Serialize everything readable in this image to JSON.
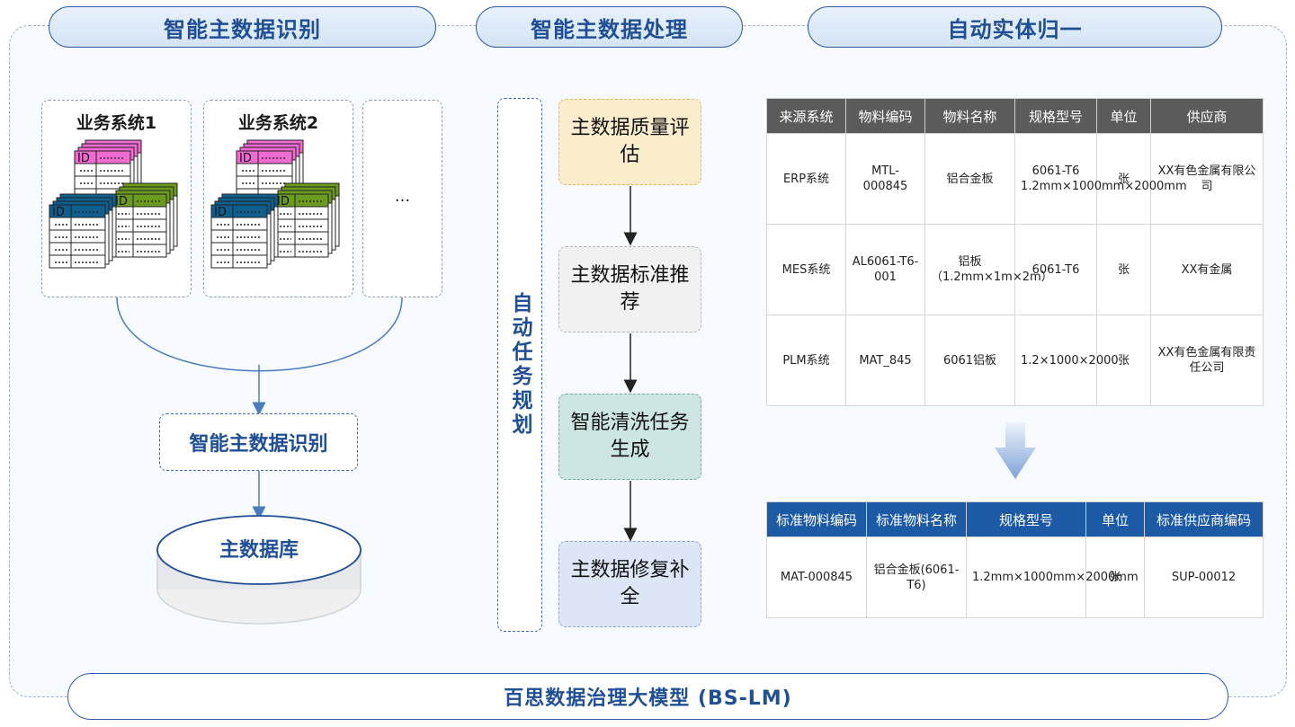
{
  "headers": {
    "left": "智能主数据识别",
    "middle": "智能主数据处理",
    "right": "自动实体归一"
  },
  "systems": {
    "sys1": "业务系统1",
    "sys2": "业务系统2",
    "more": "...",
    "id_tag": "ID"
  },
  "flow": {
    "identify": "智能主数据识别",
    "database": "主数据库"
  },
  "planning_label": "自动任务规划",
  "steps": [
    {
      "label": "主数据质量评估",
      "fill": "#fbeccb",
      "border": "#e0b860"
    },
    {
      "label": "主数据标准推荐",
      "fill": "#f1f1f1",
      "border": "#b5b5b5"
    },
    {
      "label": "智能清洗任务生成",
      "fill": "#cde6e4",
      "border": "#6faaa6"
    },
    {
      "label": "主数据修复补全",
      "fill": "#dce6f6",
      "border": "#8aa4cf"
    }
  ],
  "source_table": {
    "columns": [
      "来源系统",
      "物料编码",
      "物料名称",
      "规格型号",
      "单位",
      "供应商"
    ],
    "rows": [
      [
        "ERP系统",
        "MTL-000845",
        "铝合金板",
        "6061-T6 1.2mm×1000mm×2000mm",
        "张",
        "XX有色金属有限公司"
      ],
      [
        "MES系统",
        "AL6061-T6-001",
        "铝板（1.2mm×1m×2m）",
        "6061-T6",
        "张",
        "XX有金属"
      ],
      [
        "PLM系统",
        "MAT_845",
        "6061铝板",
        "1.2×1000×2000",
        "张",
        "XX有色金属有限责任公司"
      ]
    ]
  },
  "standard_table": {
    "columns": [
      "标准物料编码",
      "标准物料名称",
      "规格型号",
      "单位",
      "标准供应商编码"
    ],
    "rows": [
      [
        "MAT-000845",
        "铝合金板(6061-T6)",
        "1.2mm×1000mm×2000mm",
        "张",
        "SUP-00012"
      ]
    ]
  },
  "footer": "百思数据治理大模型 (BS-LM)",
  "colors": {
    "accent": "#1f4f96",
    "pink": "#f06bd0",
    "green": "#6a9a1e",
    "navy": "#0e5f8e",
    "src_header": "#5b5b5b",
    "std_header": "#1d5aa6"
  }
}
